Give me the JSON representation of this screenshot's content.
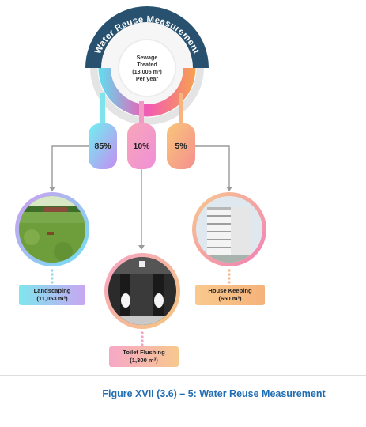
{
  "diagram": {
    "arc_title": "Water Reuse Measurement",
    "center": {
      "line1": "Sewage",
      "line2": "Treated",
      "line3": "(13,005 m³)",
      "line4": "Per year"
    },
    "branches": [
      {
        "percent": "85%",
        "name": "Landscaping",
        "value": "(11,053 m³)",
        "color": "#7fe3ec"
      },
      {
        "percent": "10%",
        "name": "Toilet Flushing",
        "value": "(1,300 m³)",
        "color": "#f29ac4"
      },
      {
        "percent": "5%",
        "name": "House Keeping",
        "value": "(650 m³)",
        "color": "#f6b480"
      }
    ]
  },
  "caption": "Figure XVII (3.6) – 5: Water Reuse Measurement"
}
